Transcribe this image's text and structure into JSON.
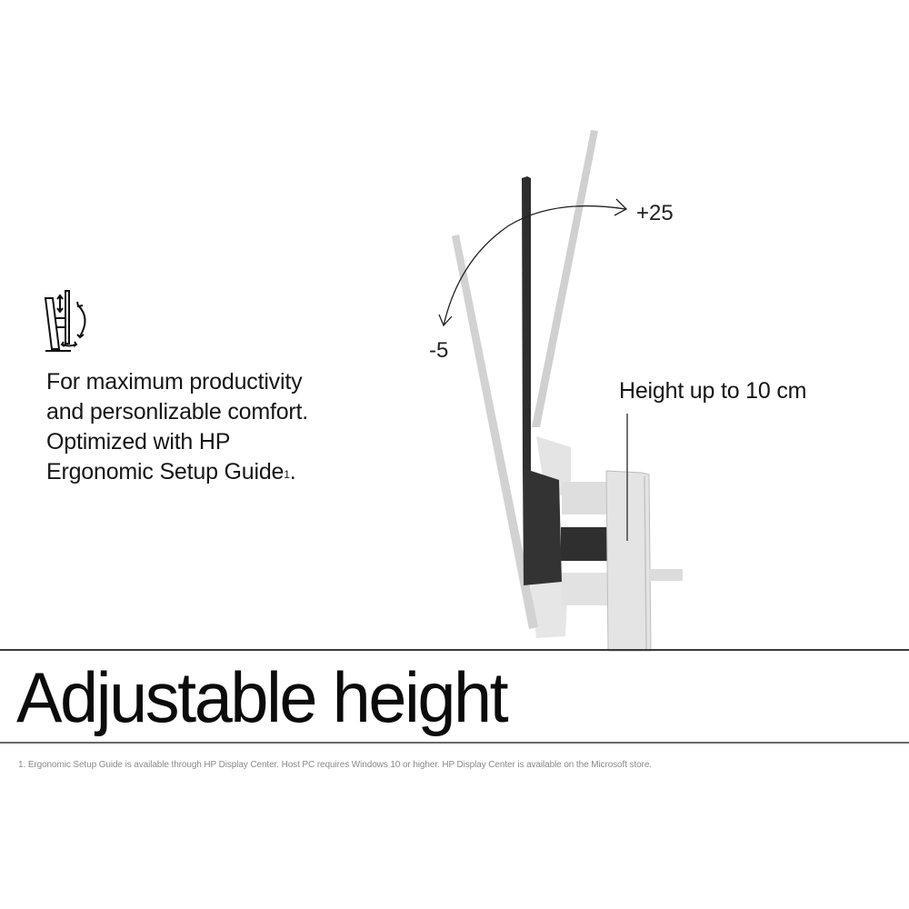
{
  "feature": {
    "icon": "monitor-ergonomic-adjust-icon",
    "description_lines": [
      "For maximum productivity",
      "and personlizable comfort.",
      "Optimized with HP",
      "Ergonomic Setup Guide"
    ],
    "description_superscript": "1",
    "description_end": "."
  },
  "diagram": {
    "tilt_forward_label": "+25",
    "tilt_back_label": "-5",
    "height_label": "Height up to 10 cm",
    "colors": {
      "monitor_active": "#2d2d2d",
      "monitor_ghost": "#cfcfcf",
      "stand": "#dcdcdc",
      "arrow": "#222222"
    }
  },
  "headline": "Adjustable height",
  "footnote": "1. Ergonomic Setup Guide is available through HP Display Center. Host PC requires Windows 10 or higher. HP Display Center is available on the Microsoft store."
}
